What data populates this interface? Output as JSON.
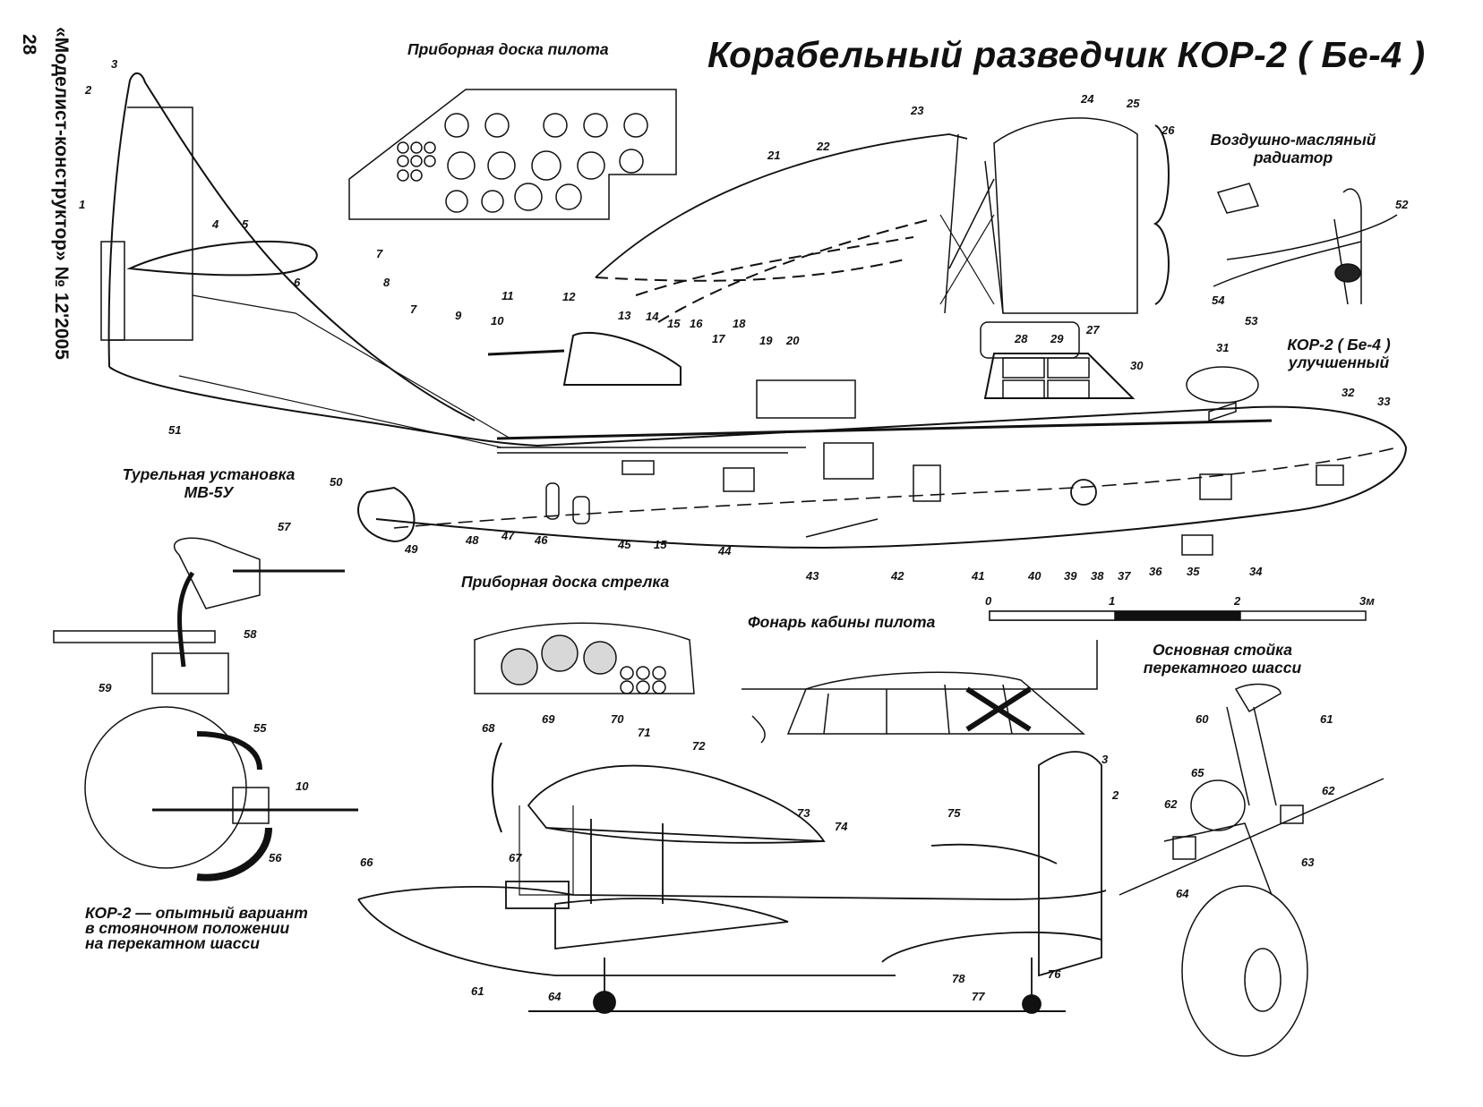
{
  "title": "Корабельный разведчик КОР-2 ( Бе-4 )",
  "side_caption": "«Моделист-конструктор» № 12'2005",
  "page_number": "28",
  "captions": {
    "pilot_panel": "Приборная доска пилота",
    "oil_radiator_1": "Воздушно-масляный",
    "oil_radiator_2": "радиатор",
    "improved_1": "КОР-2 ( Бе-4 )",
    "improved_2": "улучшенный",
    "turret_1": "Турельная установка",
    "turret_2": "МВ-5У",
    "gunner_panel": "Приборная доска стрелка",
    "canopy": "Фонарь кабины пилота",
    "gear_1": "Основная стойка",
    "gear_2": "перекатного шасси",
    "prototype_1": "КОР-2 — опытный вариант",
    "prototype_2": "в стояночном положении",
    "prototype_3": "на перекатном шасси"
  },
  "scale_bar": {
    "labels": [
      "0",
      "1",
      "2",
      "3м"
    ]
  },
  "callouts": [
    "1",
    "2",
    "3",
    "4",
    "5",
    "6",
    "7",
    "7",
    "8",
    "9",
    "10",
    "11",
    "12",
    "13",
    "14",
    "15",
    "16",
    "17",
    "18",
    "19",
    "20",
    "21",
    "22",
    "23",
    "24",
    "25",
    "26",
    "27",
    "28",
    "29",
    "30",
    "31",
    "32",
    "33",
    "34",
    "35",
    "36",
    "37",
    "38",
    "39",
    "40",
    "41",
    "42",
    "43",
    "44",
    "15",
    "45",
    "46",
    "47",
    "48",
    "49",
    "50",
    "51",
    "52",
    "53",
    "54",
    "57",
    "58",
    "59",
    "55",
    "10",
    "56",
    "68",
    "69",
    "70",
    "71",
    "72",
    "73",
    "74",
    "75",
    "3",
    "2",
    "66",
    "67",
    "61",
    "64",
    "78",
    "77",
    "76",
    "60",
    "61",
    "65",
    "62",
    "62",
    "63",
    "64"
  ]
}
